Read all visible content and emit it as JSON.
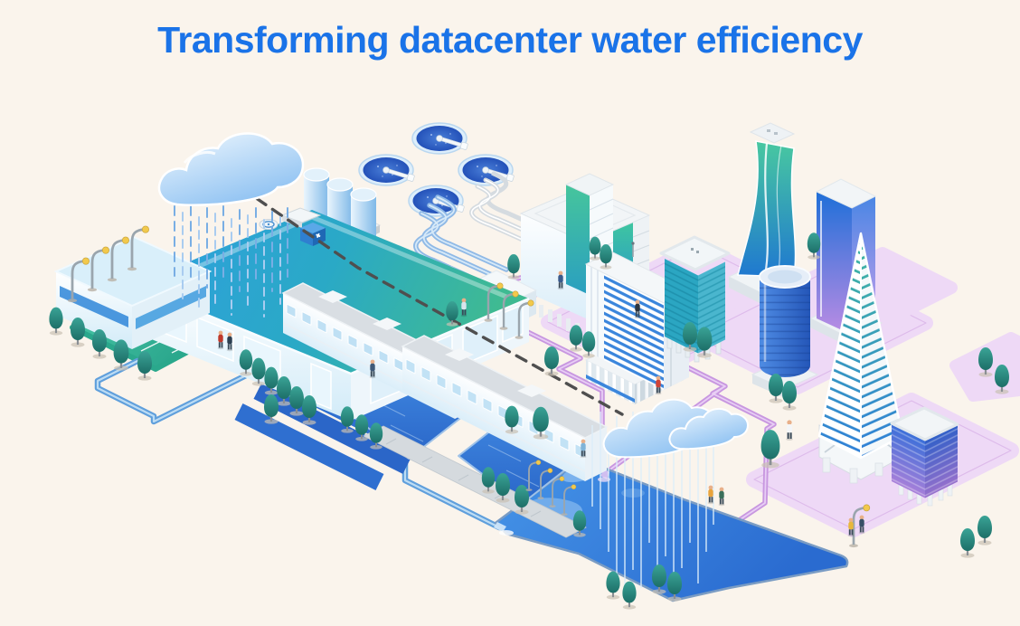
{
  "page": {
    "background": "#faf4ec"
  },
  "header": {
    "title": "Transforming datacenter water efficiency",
    "title_color": "#1a73e8"
  },
  "palette": {
    "cooling_water_pipe": "#5f9fdc",
    "recycled_water_pipe": "#c897e0",
    "water_cycle_dashed_line": "#4f4f4f",
    "pond_water": "#3f8ce4",
    "pool_water": "#2f74d4",
    "city_ground": "#eed9f6",
    "parking_lot": "#3cc0a2",
    "tree": "#2f8f86",
    "cloud": "#a8cef4",
    "datacenter_roof": "#2f9fd8"
  },
  "scene": {
    "elements": [
      {
        "id": "rain-cloud",
        "label": "Rain cloud"
      },
      {
        "id": "rainfall",
        "label": "Rain over datacenter"
      },
      {
        "id": "water-cycle-path",
        "label": "Water cycle dashed path"
      },
      {
        "id": "datacenter-building",
        "label": "Datacenter"
      },
      {
        "id": "parking-lot",
        "label": "Campus parking lot"
      },
      {
        "id": "storage-tanks",
        "label": "Water storage tanks"
      },
      {
        "id": "clarifier-tanks",
        "label": "Circular clarifier tanks"
      },
      {
        "id": "membrane-units",
        "label": "Membrane filtration units"
      },
      {
        "id": "treatment-plant-building",
        "label": "Water treatment plant"
      },
      {
        "id": "aeration-channels",
        "label": "Aeration channels"
      },
      {
        "id": "settling-pools",
        "label": "Settling pools"
      },
      {
        "id": "pool-walkway",
        "label": "Walkway between pools"
      },
      {
        "id": "process-building-1",
        "label": "Process building"
      },
      {
        "id": "process-building-2",
        "label": "Process building"
      },
      {
        "id": "retention-pond",
        "label": "Retention pond"
      },
      {
        "id": "evaporation-clouds",
        "label": "Clouds over pond"
      },
      {
        "id": "city-district",
        "label": "City district"
      },
      {
        "id": "striped-office-tower",
        "label": "Striped office tower"
      },
      {
        "id": "teal-office-block",
        "label": "Teal office block"
      },
      {
        "id": "twisted-tower",
        "label": "Twisted skyscraper"
      },
      {
        "id": "cylindrical-tower",
        "label": "Cylindrical tower"
      },
      {
        "id": "gradient-skyscraper",
        "label": "Blue-purple skyscraper"
      },
      {
        "id": "pyramid-tower",
        "label": "Pyramid tower"
      },
      {
        "id": "purple-office-block",
        "label": "Purple office block"
      },
      {
        "id": "green-office-building",
        "label": "Green office building"
      },
      {
        "id": "cooling-water-pipeline",
        "label": "Cooling water pipeline"
      },
      {
        "id": "recycled-water-pipeline",
        "label": "Recycled water pipeline"
      },
      {
        "id": "trees",
        "label": "Trees"
      },
      {
        "id": "street-lamps",
        "label": "Street lamps"
      },
      {
        "id": "people",
        "label": "People"
      }
    ]
  }
}
